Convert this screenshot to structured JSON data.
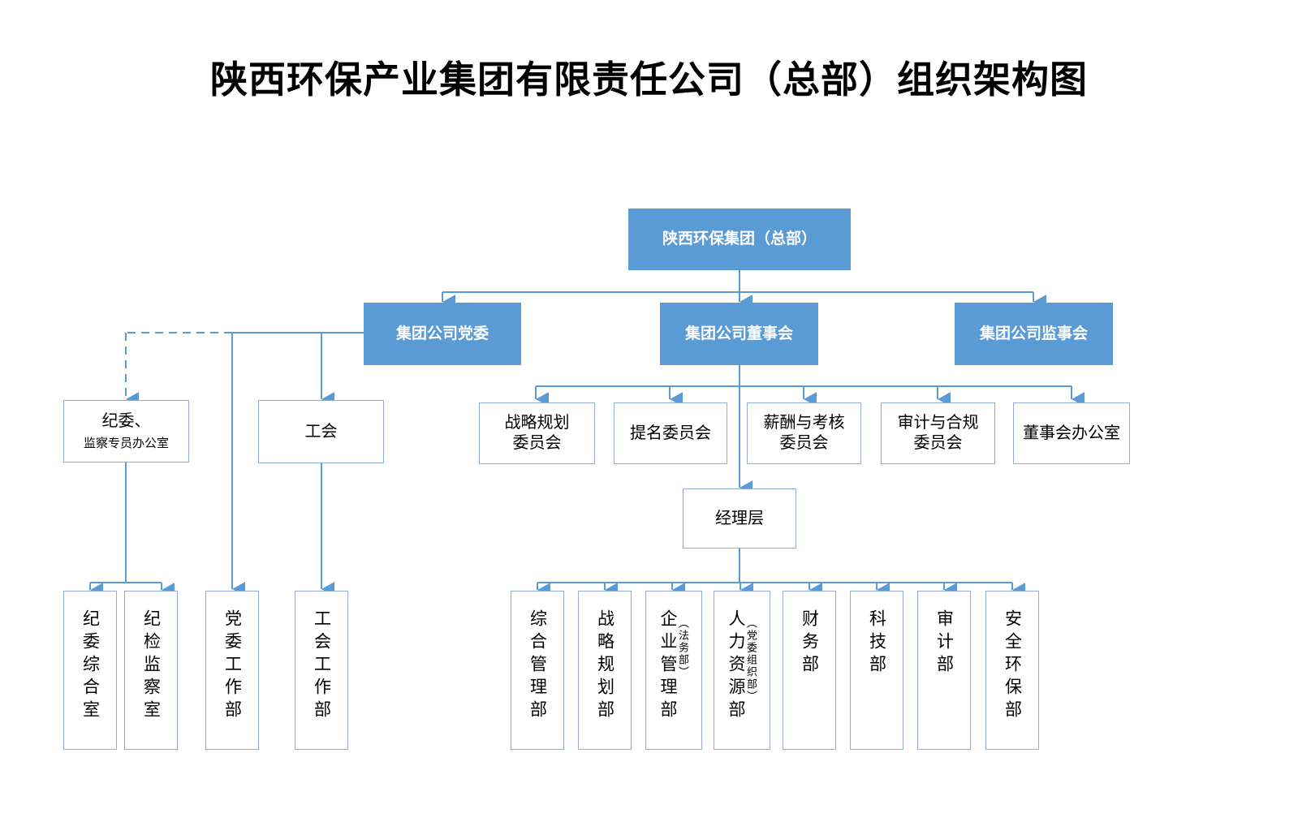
{
  "page": {
    "title": "陕西环保产业集团有限责任公司（总部）组织架构图",
    "accent_blue": "#5B9BD5",
    "border_blue": "#8FAADC",
    "connector_blue": "#5B9BD5",
    "background": "#FFFFFF"
  },
  "chart": {
    "type": "org-chart",
    "root": {
      "label": "陕西环保集团（总部）",
      "style": "blue"
    },
    "level2": [
      {
        "label": "集团公司党委",
        "style": "blue"
      },
      {
        "label": "集团公司董事会",
        "style": "blue"
      },
      {
        "label": "集团公司监事会",
        "style": "blue"
      }
    ],
    "party_branch": {
      "discipline": {
        "line1": "纪委、",
        "line2": "监察专员办公室",
        "style": "plain",
        "link": "dashed"
      },
      "union": {
        "label": "工会",
        "style": "plain",
        "link": "solid"
      }
    },
    "board_committees": [
      {
        "line1": "战略规划",
        "line2": "委员会"
      },
      {
        "line1": "提名委员会",
        "line2": ""
      },
      {
        "line1": "薪酬与考核",
        "line2": "委员会"
      },
      {
        "line1": "审计与合规",
        "line2": "委员会"
      },
      {
        "line1": "董事会办公室",
        "line2": ""
      }
    ],
    "management": {
      "label": "经理层",
      "style": "plain"
    },
    "party_departments": [
      {
        "label": "纪委综合室",
        "sub": "",
        "parent": "纪委、监察专员办公室"
      },
      {
        "label": "纪检监察室",
        "sub": "",
        "parent": "纪委、监察专员办公室"
      },
      {
        "label": "党委工作部",
        "sub": "",
        "parent": "集团公司党委"
      },
      {
        "label": "工会工作部",
        "sub": "",
        "parent": "工会"
      }
    ],
    "management_departments": [
      {
        "label": "综合管理部",
        "sub": ""
      },
      {
        "label": "战略规划部",
        "sub": ""
      },
      {
        "label": "企业管理部",
        "sub": "（法务部）"
      },
      {
        "label": "人力资源部",
        "sub": "（党委组织部）"
      },
      {
        "label": "财务部",
        "sub": ""
      },
      {
        "label": "科技部",
        "sub": ""
      },
      {
        "label": "审计部",
        "sub": ""
      },
      {
        "label": "安全环保部",
        "sub": ""
      }
    ]
  }
}
